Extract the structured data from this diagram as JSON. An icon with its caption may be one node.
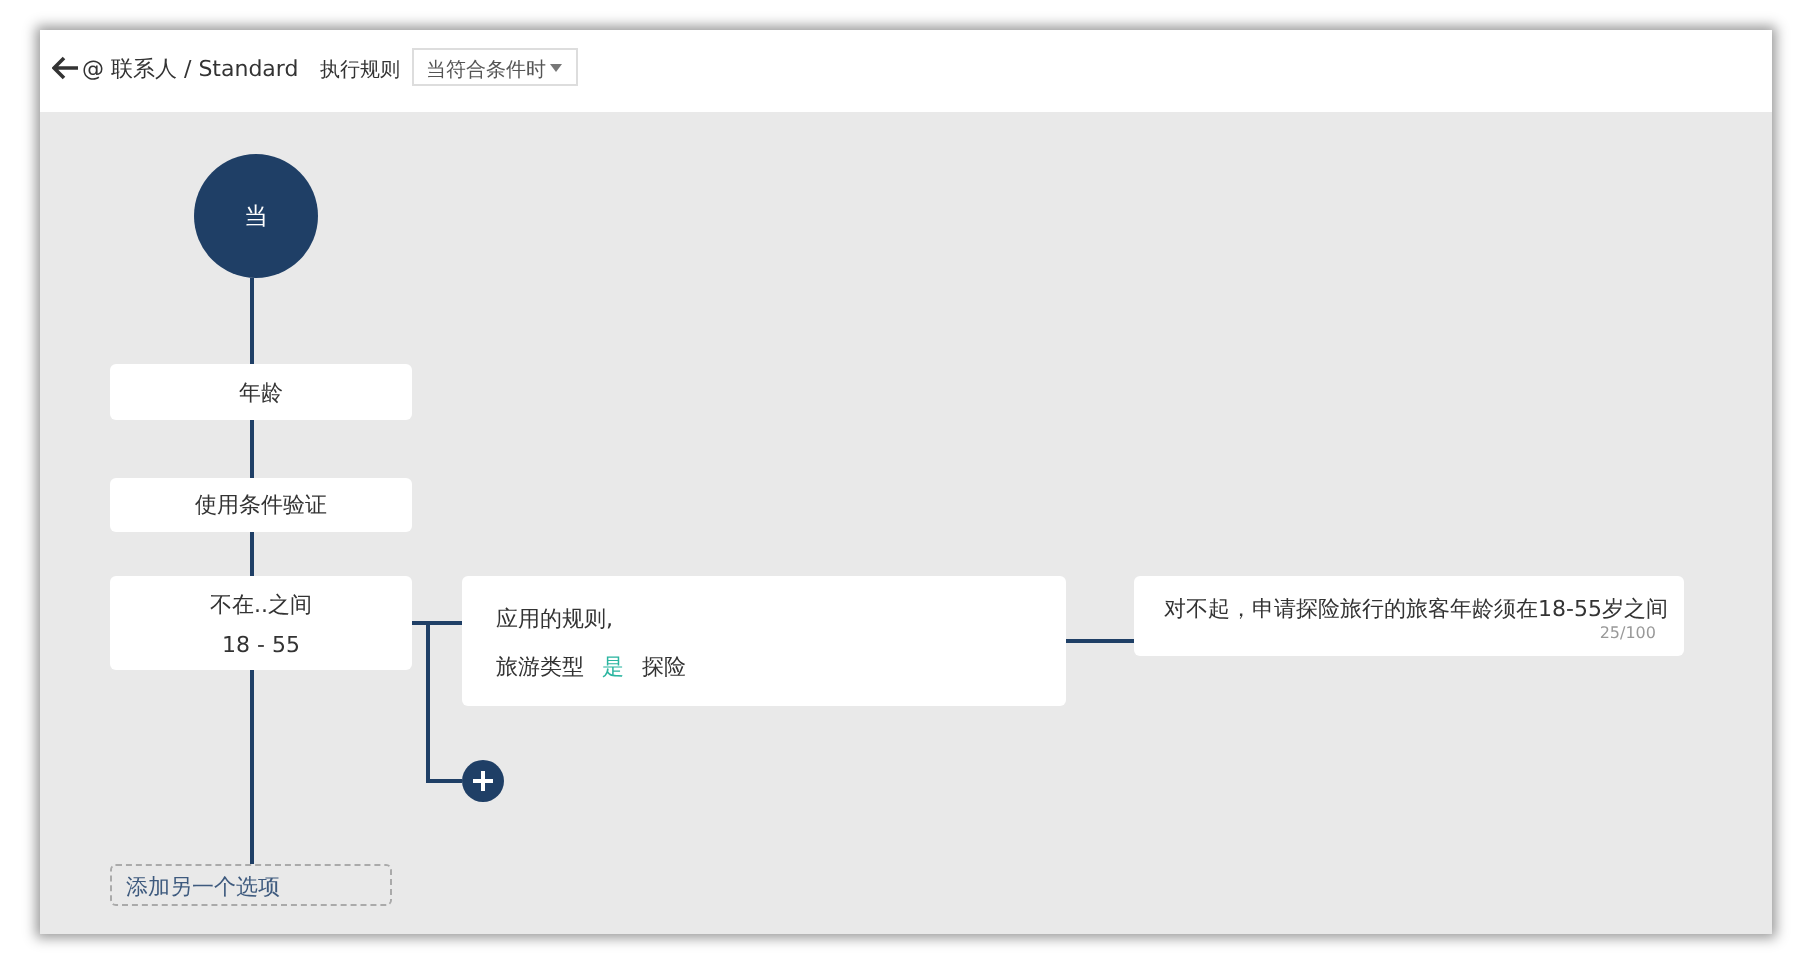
{
  "diagram": {
    "title": "@ 联系人 / Standard",
    "nodes": [
      {
        "text": [
          "当"
        ]
      },
      {
        "text": [
          "年龄"
        ]
      },
      {
        "text": [
          "使用条件验证"
        ]
      },
      {
        "text": [
          "不在..之间",
          "18 - 55"
        ]
      },
      {
        "text": [
          "应用的规则,",
          "旅游类型",
          "是",
          "探险"
        ]
      },
      {
        "text": [
          "对不起，申请探险旅行的旅客年龄须在18-55岁之间",
          "25/100"
        ]
      },
      {
        "text": [],
        "shape": "circle"
      },
      {
        "text": [
          "添加另一个选项"
        ]
      }
    ],
    "edges": [
      {
        "from": 0,
        "to": 1,
        "arrow": "none"
      },
      {
        "from": 1,
        "to": 2,
        "arrow": "none"
      },
      {
        "from": 2,
        "to": 3,
        "arrow": "none"
      },
      {
        "from": 3,
        "to": 4,
        "arrow": "none"
      },
      {
        "from": 3,
        "to": 6,
        "arrow": "none"
      },
      {
        "from": 4,
        "to": 5,
        "arrow": "none"
      },
      {
        "from": 3,
        "to": 7,
        "arrow": "none"
      }
    ],
    "labels": [
      "执行规则",
      "当符合条件时"
    ]
  }
}
